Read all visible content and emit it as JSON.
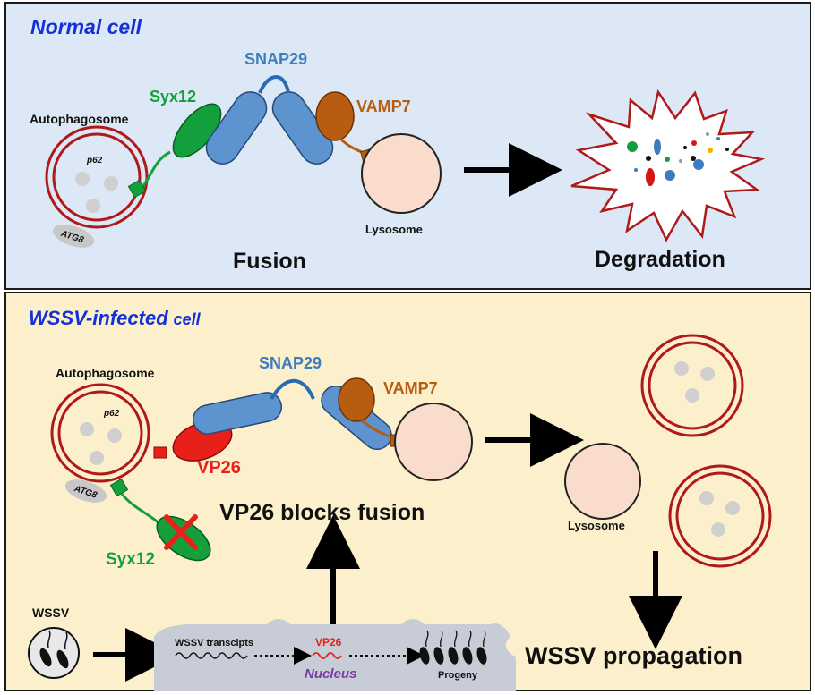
{
  "colors": {
    "panel_top": "#dce8f6",
    "panel_bottom": "#fcf0cc",
    "border": "#1a1a1a",
    "title_blue": "#1530d6",
    "snap_blue": "#3d7dbf",
    "syx_green": "#13a03c",
    "vamp_orange": "#b85c10",
    "vp26_red": "#e8201a",
    "membrane_red": "#b01919",
    "lysosome_fill": "#f9dccb",
    "nucleus_grey": "#c7ccd6",
    "nucleus_label": "#7a3aa8"
  },
  "top_panel": {
    "title": "Normal cell",
    "labels": {
      "snap29": "SNAP29",
      "syx12": "Syx12",
      "vamp7": "VAMP7",
      "autophagosome": "Autophagosome",
      "p62": "p62",
      "atg8": "ATG8",
      "lysosome": "Lysosome",
      "fusion": "Fusion",
      "degradation": "Degradation"
    }
  },
  "bottom_panel": {
    "title_main": "WSSV-infected",
    "title_suffix": "cell",
    "labels": {
      "snap29": "SNAP29",
      "vamp7": "VAMP7",
      "autophagosome": "Autophagosome",
      "p62": "p62",
      "atg8": "ATG8",
      "vp26": "VP26",
      "syx12": "Syx12",
      "blocks": "VP26 blocks fusion",
      "lysosome": "Lysosome",
      "wssv": "WSSV",
      "transcripts": "WSSV transcipts",
      "vp26_small": "VP26",
      "nucleus": "Nucleus",
      "progeny": "Progeny",
      "propagation": "WSSV propagation"
    }
  }
}
